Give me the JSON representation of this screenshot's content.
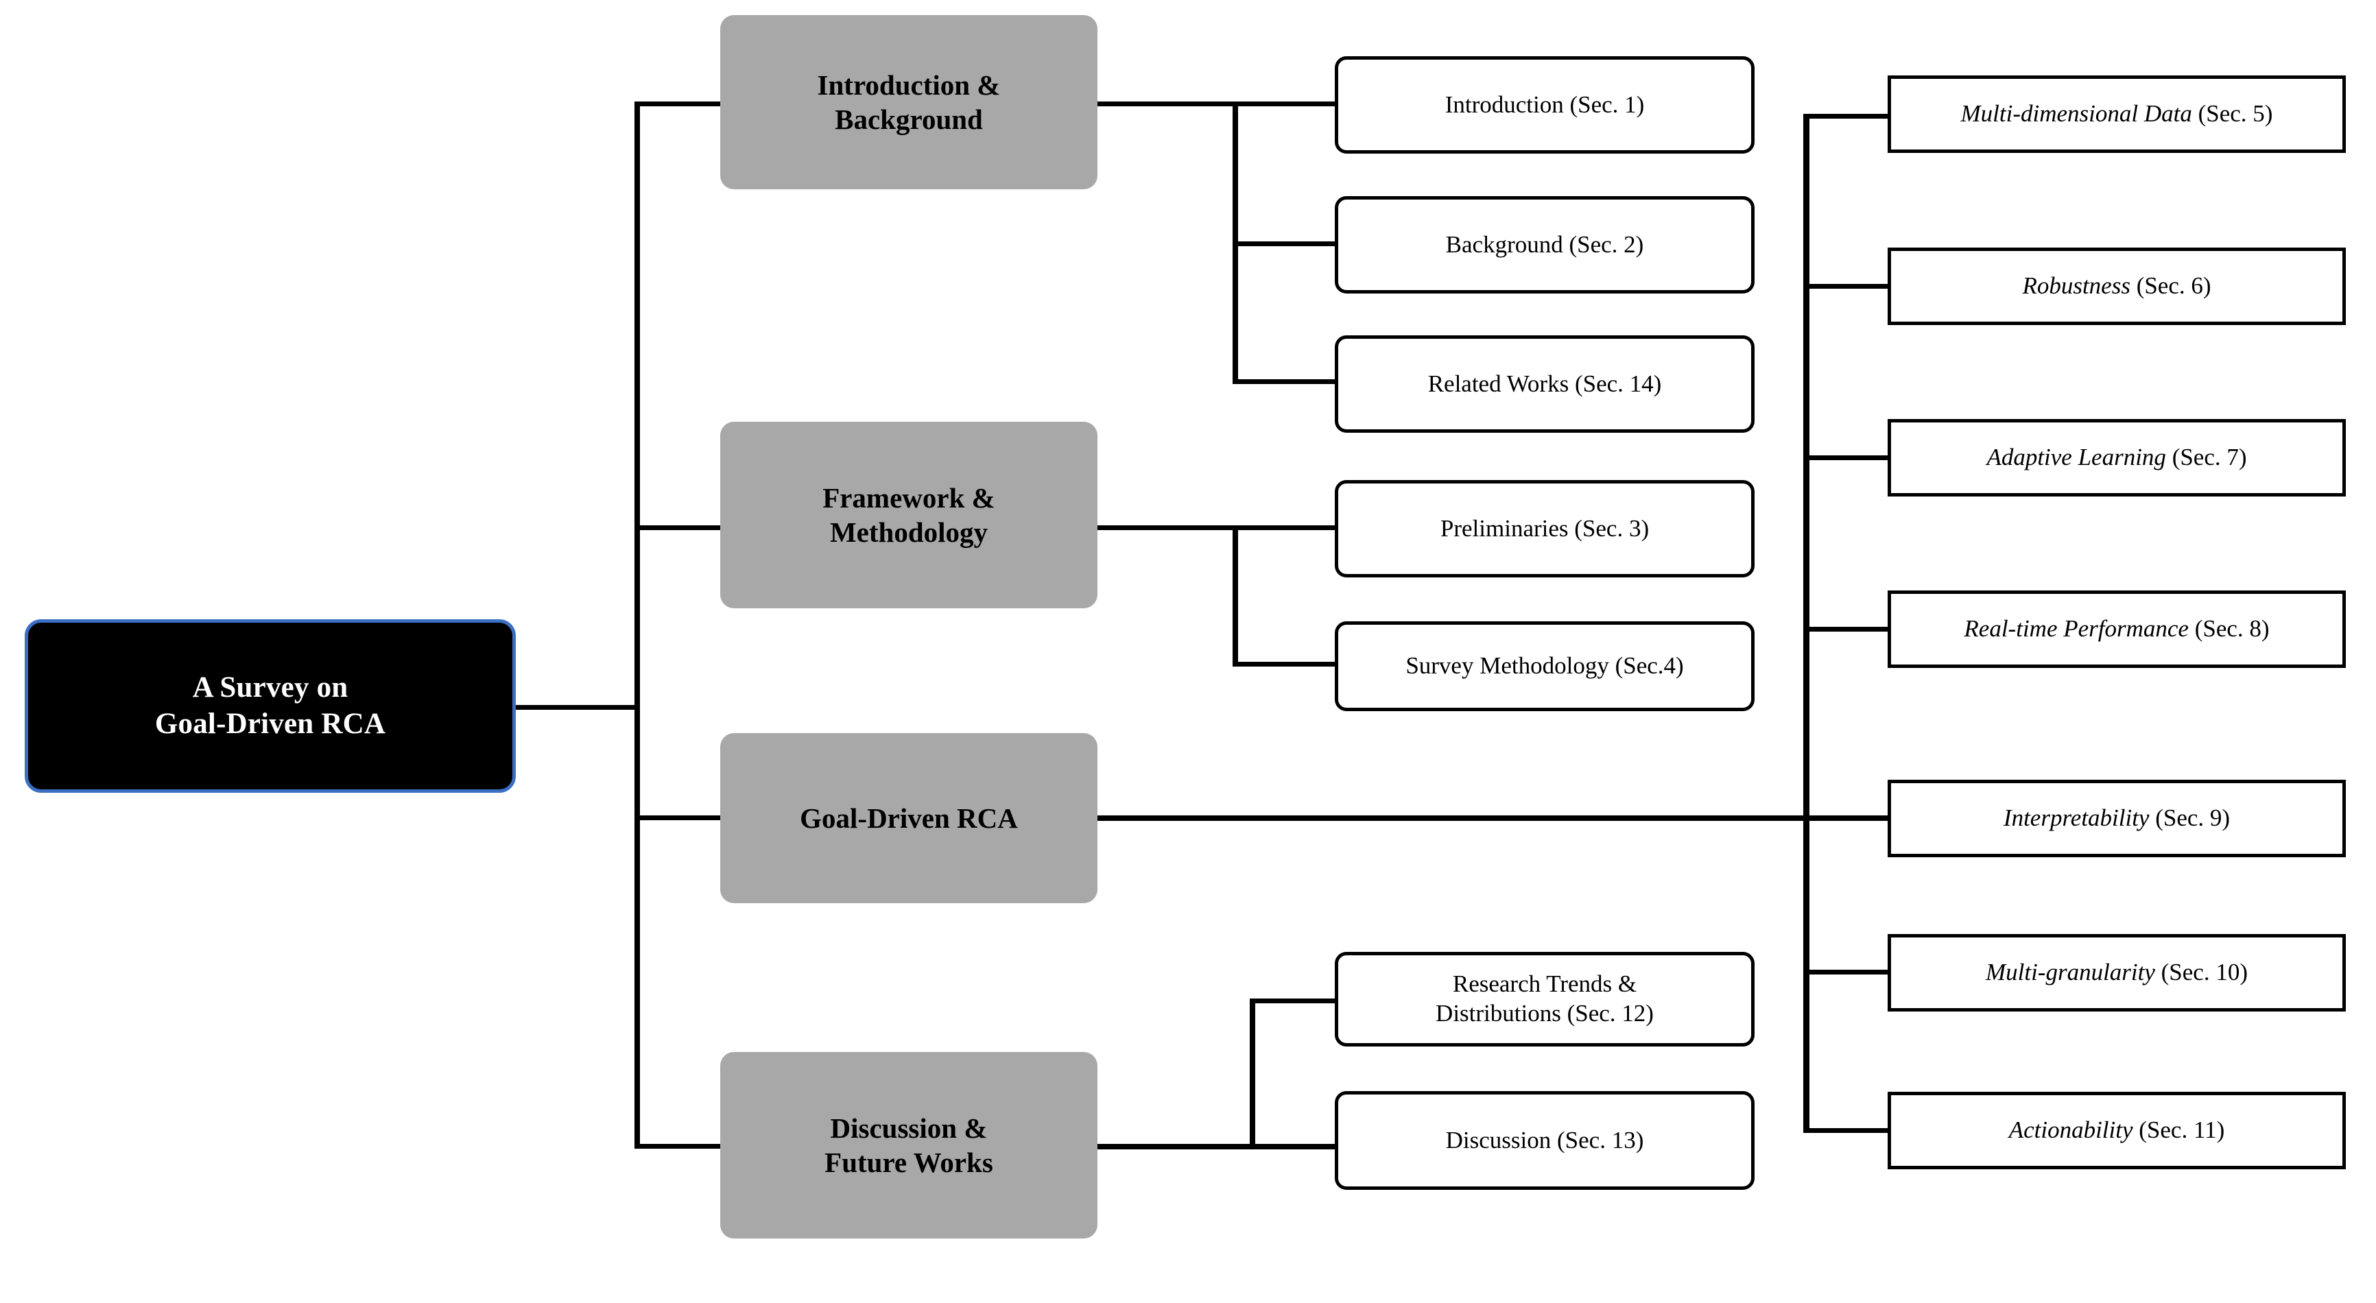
{
  "diagram": {
    "title": "A Survey on Goal-Driven RCA",
    "type": "tree-taxonomy",
    "orientation": "left-to-right",
    "colors": {
      "root_fill": "#000000",
      "root_border": "#3a6fc4",
      "root_text": "#ffffff",
      "category_fill": "#a8a8a8",
      "leaf_fill": "#ffffff",
      "line": "#000000",
      "background": "#ffffff"
    }
  },
  "root": {
    "line1": "A Survey on",
    "line2": "Goal-Driven RCA"
  },
  "categories": [
    {
      "id": "intro-background",
      "line1": "Introduction &",
      "line2": "Background"
    },
    {
      "id": "framework-method",
      "line1": "Framework &",
      "line2": "Methodology"
    },
    {
      "id": "goal-driven-rca",
      "line1": "Goal-Driven RCA",
      "line2": ""
    },
    {
      "id": "discussion-future",
      "line1": "Discussion &",
      "line2": "Future Works"
    }
  ],
  "sections": [
    {
      "id": "introduction",
      "line1": "Introduction (Sec. 1)",
      "line2": ""
    },
    {
      "id": "background",
      "line1": "Background (Sec. 2)",
      "line2": ""
    },
    {
      "id": "related-works",
      "line1": "Related Works (Sec. 14)",
      "line2": ""
    },
    {
      "id": "preliminaries",
      "line1": "Preliminaries (Sec. 3)",
      "line2": ""
    },
    {
      "id": "survey-methodology",
      "line1": "Survey Methodology (Sec.4)",
      "line2": ""
    },
    {
      "id": "research-trends",
      "line1": "Research Trends &",
      "line2": "Distributions (Sec. 12)"
    },
    {
      "id": "discussion",
      "line1": "Discussion (Sec. 13)",
      "line2": ""
    }
  ],
  "topics": [
    {
      "id": "multi-dimensional-data",
      "name": "Multi-dimensional Data",
      "sec": " (Sec. 5)"
    },
    {
      "id": "robustness",
      "name": "Robustness",
      "sec": " (Sec. 6)"
    },
    {
      "id": "adaptive-learning",
      "name": "Adaptive Learning",
      "sec": " (Sec. 7)"
    },
    {
      "id": "real-time-performance",
      "name": "Real-time Performance",
      "sec": " (Sec. 8)"
    },
    {
      "id": "interpretability",
      "name": "Interpretability",
      "sec": " (Sec. 9)"
    },
    {
      "id": "multi-granularity",
      "name": "Multi-granularity",
      "sec": " (Sec. 10)"
    },
    {
      "id": "actionability",
      "name": "Actionability",
      "sec": " (Sec. 11)"
    }
  ]
}
